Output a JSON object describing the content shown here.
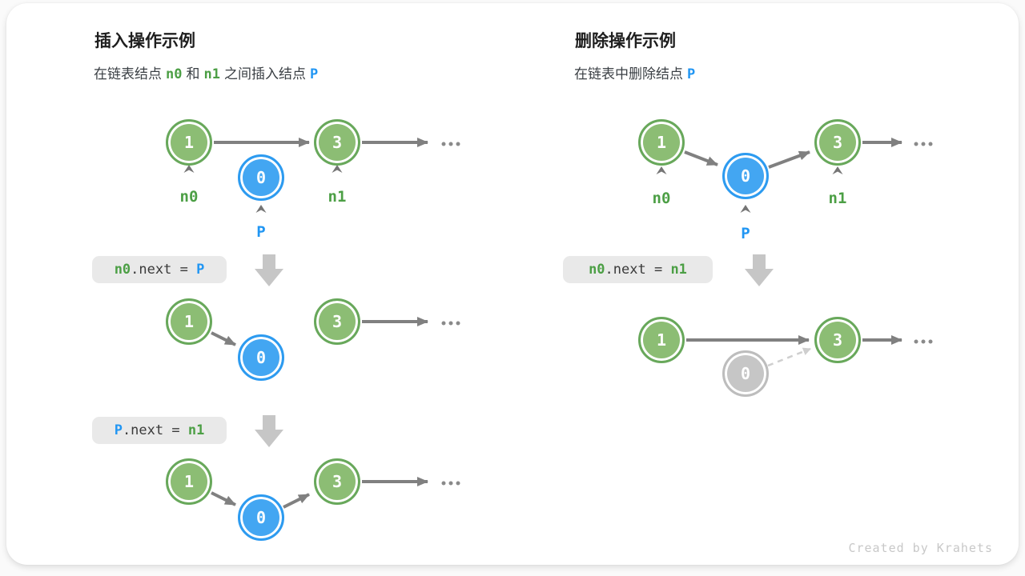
{
  "colors": {
    "green_fill": "#8CBD74",
    "green_border": "#68A85B",
    "blue_fill": "#43A6F2",
    "blue_border": "#2D9BF0",
    "gray_fill": "#C6C6C6",
    "gray_border": "#BDBDBD",
    "green_text": "#4C9F45",
    "blue_text": "#2196F3",
    "arrow": "#808080",
    "dashed_arrow": "#CFCFCF",
    "caret": "#757575",
    "block_arrow": "#C6C6C6",
    "code_bg": "#E9E9E9",
    "code_text": "#3A3A3A",
    "dots": "#8A8A8A",
    "footer_text": "#C8C8C8"
  },
  "insert": {
    "title": "插入操作示例",
    "subtitle": {
      "t1": "在链表结点",
      "n0": "n0",
      "t2": "和",
      "n1": "n1",
      "t3": "之间插入结点",
      "p": "P"
    },
    "nodes": {
      "n1": "1",
      "n3": "3",
      "n0": "0"
    },
    "labels": {
      "n0": "n0",
      "n1": "n1",
      "p": "P"
    },
    "code1": {
      "lhs": "n0",
      "mid": ".next = ",
      "rhs": "P"
    },
    "code2": {
      "lhs": "P",
      "mid": ".next = ",
      "rhs": "n1"
    }
  },
  "delete": {
    "title": "删除操作示例",
    "subtitle": {
      "t1": "在链表中删除结点",
      "p": "P"
    },
    "nodes": {
      "n1": "1",
      "n3": "3",
      "n0": "0"
    },
    "labels": {
      "n0": "n0",
      "n1": "n1",
      "p": "P"
    },
    "code1": {
      "lhs": "n0",
      "mid": ".next = ",
      "rhs": "n1"
    }
  },
  "footer": "Created by Krahets"
}
